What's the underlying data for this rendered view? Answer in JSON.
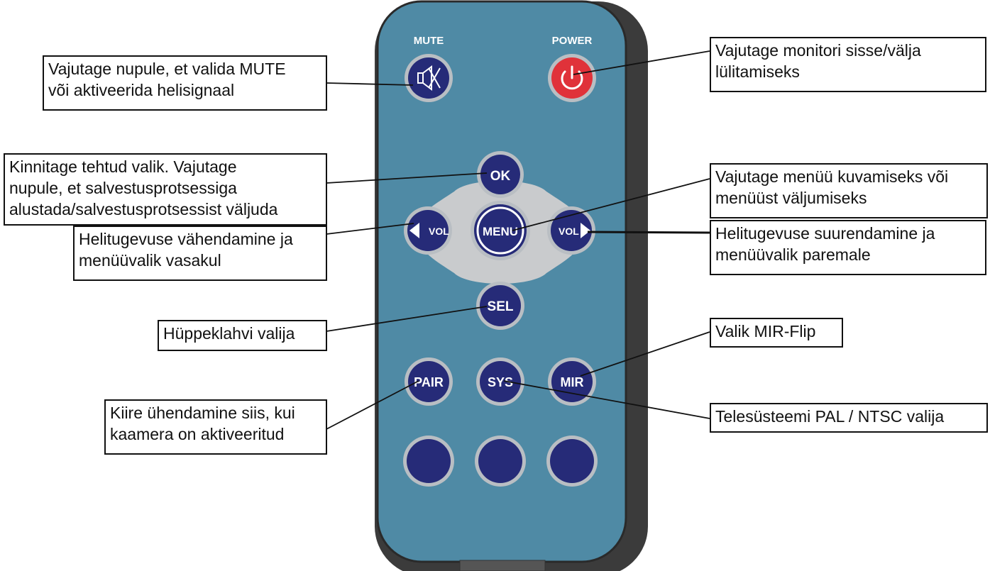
{
  "remote": {
    "top_labels": {
      "mute": "MUTE",
      "power": "POWER"
    },
    "buttons": {
      "ok": "OK",
      "menu": "MENU",
      "vol_left": "VOL",
      "vol_right": "VOL",
      "sel": "SEL",
      "pair": "PAIR",
      "sys": "SYS",
      "mir": "MIR"
    },
    "icons": {
      "mute": "speaker-mute-icon",
      "power": "power-icon",
      "vol_left": "left-arrow-icon",
      "vol_right": "right-arrow-icon"
    },
    "colors": {
      "body": "#4f8aa5",
      "frame": "#3b3b3b",
      "button": "#262b78",
      "power_button": "#e0323a",
      "ring": "#b9bec3",
      "dpad": "#c9cbcd"
    }
  },
  "callouts": {
    "mute": [
      "Vajutage nupule, et valida MUTE",
      "või aktiveerida helisignaal"
    ],
    "ok": [
      "Kinnitage tehtud valik. Vajutage",
      "nupule, et salvestusprotsessiga",
      "alustada/salvestusprotsessist väljuda"
    ],
    "vol_left": [
      "Helitugevuse vähendamine ja",
      "menüüvalik vasakul"
    ],
    "sel": [
      "Hüppeklahvi valija"
    ],
    "pair": [
      "Kiire ühendamine siis, kui",
      "kaamera on aktiveeritud"
    ],
    "power": [
      "Vajutage monitori sisse/välja",
      "lülitamiseks"
    ],
    "menu": [
      "Vajutage menüü kuvamiseks või",
      "menüüst väljumiseks"
    ],
    "vol_right": [
      "Helitugevuse suurendamine ja",
      "menüüvalik paremale"
    ],
    "mir": [
      "Valik MIR-Flip"
    ],
    "sys": [
      "Telesüsteemi PAL / NTSC valija"
    ]
  }
}
